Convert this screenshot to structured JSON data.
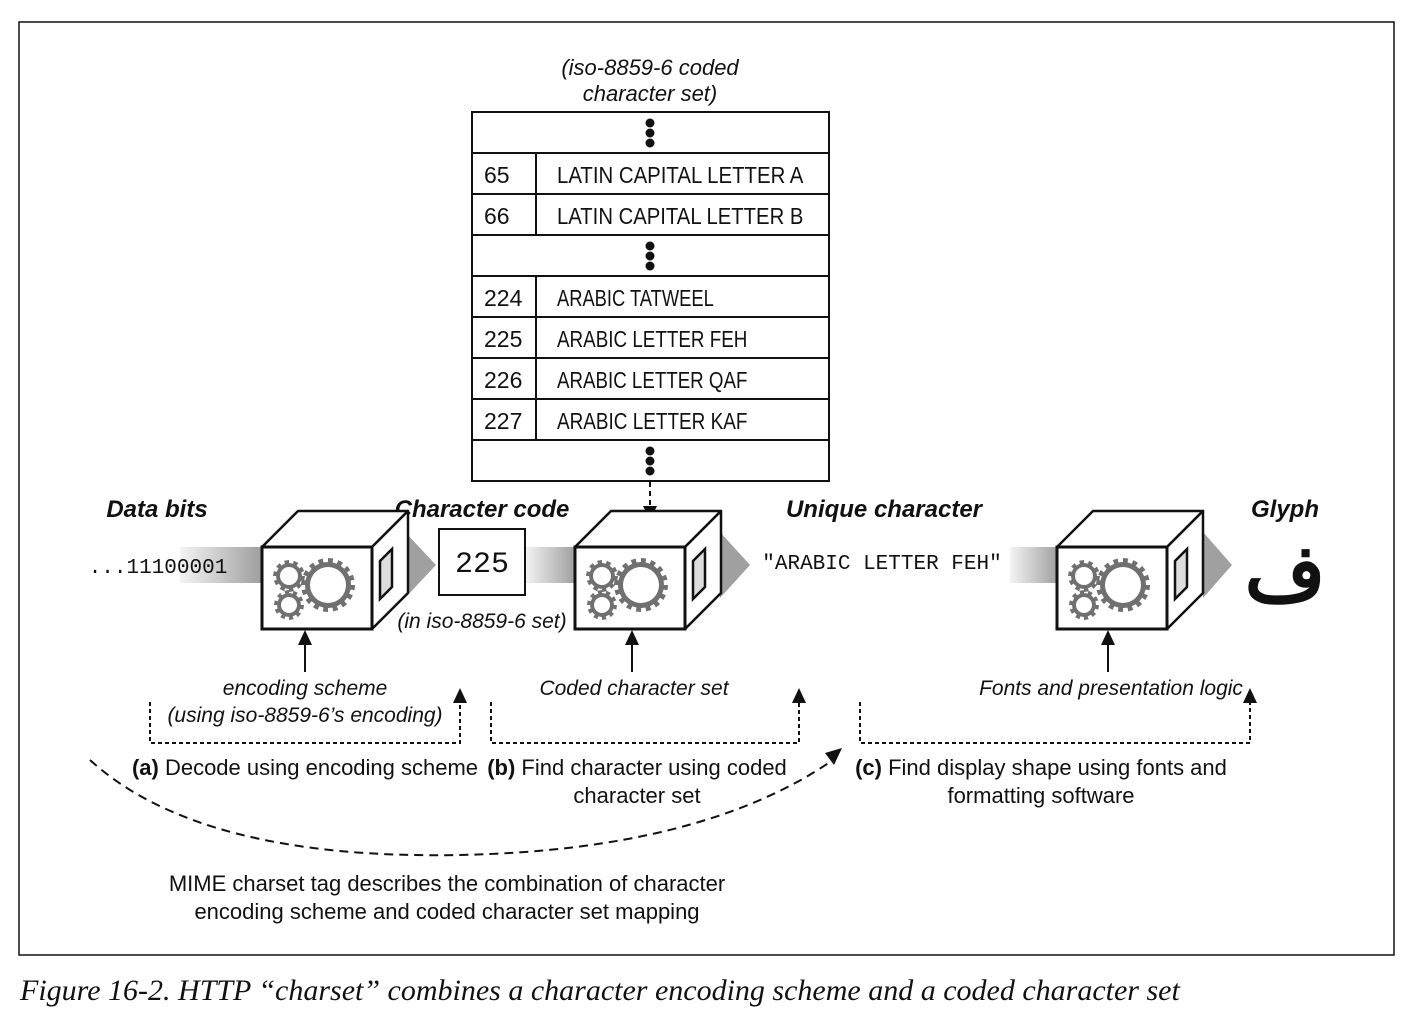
{
  "figure": {
    "caption": "Figure 16-2. HTTP “charset” combines a character encoding scheme and a coded character set",
    "colors": {
      "ink": "#111111",
      "gear": "#707070",
      "arrow_light": "#f2f2f2",
      "arrow_dark": "#9a9a9a"
    }
  },
  "charset_table": {
    "title_line1": "(iso-8859-6 coded",
    "title_line2": "character set)",
    "ellipsis_icon": "vertical-ellipsis",
    "rows": [
      {
        "type": "ellipsis"
      },
      {
        "type": "entry",
        "code": "65",
        "name": "LATIN CAPITAL LETTER A"
      },
      {
        "type": "entry",
        "code": "66",
        "name": "LATIN CAPITAL LETTER B"
      },
      {
        "type": "ellipsis"
      },
      {
        "type": "entry",
        "code": "224",
        "name": "ARABIC TATWEEL"
      },
      {
        "type": "entry",
        "code": "225",
        "name": "ARABIC LETTER FEH"
      },
      {
        "type": "entry",
        "code": "226",
        "name": "ARABIC LETTER QAF"
      },
      {
        "type": "entry",
        "code": "227",
        "name": "ARABIC LETTER KAF"
      },
      {
        "type": "ellipsis"
      }
    ]
  },
  "pipeline": {
    "data_bits": {
      "heading": "Data bits",
      "value": "...11100001"
    },
    "character_code": {
      "heading": "Character code",
      "value": "225",
      "note": "(in iso-8859-6 set)"
    },
    "unique_character": {
      "heading": "Unique character",
      "value": "\"ARABIC LETTER FEH\""
    },
    "glyph": {
      "heading": "Glyph",
      "value": "ف"
    },
    "processors": [
      {
        "icon": "gears-box-icon",
        "label_line1": "encoding scheme",
        "label_line2": "(using iso-8859-6’s encoding)"
      },
      {
        "icon": "gears-box-icon",
        "label_line1": "Coded character set",
        "label_line2": ""
      },
      {
        "icon": "gears-box-icon",
        "label_line1": "Fonts and presentation logic",
        "label_line2": ""
      }
    ]
  },
  "steps": [
    {
      "marker": "(a)",
      "line1": "Decode using encoding scheme",
      "line2": ""
    },
    {
      "marker": "(b)",
      "line1": "Find character using coded",
      "line2": "character set"
    },
    {
      "marker": "(c)",
      "line1": "Find display shape using fonts and",
      "line2": "formatting software"
    }
  ],
  "mime_note": {
    "line1": "MIME charset tag describes the combination of character",
    "line2": "encoding scheme and coded character set mapping"
  }
}
